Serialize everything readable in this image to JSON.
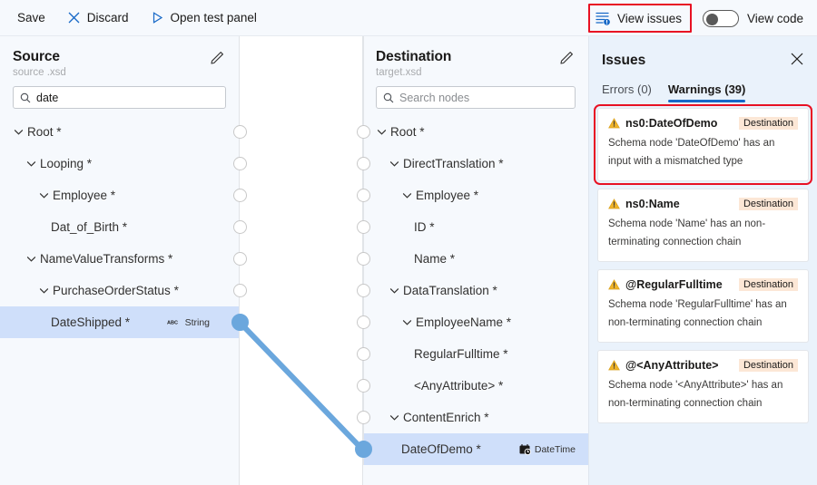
{
  "toolbar": {
    "save_label": "Save",
    "discard_label": "Discard",
    "test_panel_label": "Open test panel",
    "view_issues_label": "View issues",
    "view_code_label": "View code",
    "view_code_toggle_state": "off",
    "highlight_color": "#e81123"
  },
  "source": {
    "title": "Source",
    "subtitle": "source .xsd",
    "edit_icon": "pencil-icon",
    "search": {
      "value": "date",
      "placeholder": "Search nodes"
    },
    "nodes": [
      {
        "label": "Root *",
        "indent": 0,
        "expandable": true,
        "selected": false,
        "type": ""
      },
      {
        "label": "Looping *",
        "indent": 1,
        "expandable": true,
        "selected": false,
        "type": ""
      },
      {
        "label": "Employee *",
        "indent": 2,
        "expandable": true,
        "selected": false,
        "type": ""
      },
      {
        "label": "Dat_of_Birth *",
        "indent": 3,
        "expandable": false,
        "selected": false,
        "type": ""
      },
      {
        "label": "NameValueTransforms *",
        "indent": 1,
        "expandable": true,
        "selected": false,
        "type": ""
      },
      {
        "label": "PurchaseOrderStatus *",
        "indent": 2,
        "expandable": true,
        "selected": false,
        "type": ""
      },
      {
        "label": "DateShipped *",
        "indent": 3,
        "expandable": false,
        "selected": true,
        "type": "String",
        "type_icon": "abc-icon"
      }
    ]
  },
  "destination": {
    "title": "Destination",
    "subtitle": "target.xsd",
    "edit_icon": "pencil-icon",
    "search": {
      "value": "",
      "placeholder": "Search nodes"
    },
    "nodes": [
      {
        "label": "Root *",
        "indent": 0,
        "expandable": true,
        "selected": false,
        "type": ""
      },
      {
        "label": "DirectTranslation *",
        "indent": 1,
        "expandable": true,
        "selected": false,
        "type": ""
      },
      {
        "label": "Employee *",
        "indent": 2,
        "expandable": true,
        "selected": false,
        "type": ""
      },
      {
        "label": "ID *",
        "indent": 3,
        "expandable": false,
        "selected": false,
        "type": ""
      },
      {
        "label": "Name *",
        "indent": 3,
        "expandable": false,
        "selected": false,
        "type": ""
      },
      {
        "label": "DataTranslation *",
        "indent": 1,
        "expandable": true,
        "selected": false,
        "type": ""
      },
      {
        "label": "EmployeeName *",
        "indent": 2,
        "expandable": true,
        "selected": false,
        "type": ""
      },
      {
        "label": "RegularFulltime *",
        "indent": 3,
        "expandable": false,
        "selected": false,
        "type": ""
      },
      {
        "label": "<AnyAttribute> *",
        "indent": 3,
        "expandable": false,
        "selected": false,
        "type": ""
      },
      {
        "label": "ContentEnrich *",
        "indent": 1,
        "expandable": true,
        "selected": false,
        "type": ""
      },
      {
        "label": "DateOfDemo *",
        "indent": 2,
        "expandable": false,
        "selected": true,
        "type": "DateTime",
        "type_icon": "datetime-icon"
      }
    ]
  },
  "connection": {
    "color": "#6ba7dd",
    "from_node": "DateShipped *",
    "to_node": "DateOfDemo *"
  },
  "issues": {
    "title": "Issues",
    "close_icon": "close-icon",
    "tabs": [
      {
        "label": "Errors (0)",
        "active": false
      },
      {
        "label": "Warnings (39)",
        "active": true
      }
    ],
    "items": [
      {
        "name": "ns0:DateOfDemo",
        "badge": "Destination",
        "description": "Schema node 'DateOfDemo' has an input with a mismatched type",
        "highlighted": true
      },
      {
        "name": "ns0:Name",
        "badge": "Destination",
        "description": "Schema node 'Name' has an non-terminating connection chain",
        "highlighted": false
      },
      {
        "name": "@RegularFulltime",
        "badge": "Destination",
        "description": "Schema node 'RegularFulltime' has an non-terminating connection chain",
        "highlighted": false
      },
      {
        "name": "@<AnyAttribute>",
        "badge": "Destination",
        "description": "Schema node '<AnyAttribute>' has an non-terminating connection chain",
        "highlighted": false
      }
    ]
  }
}
